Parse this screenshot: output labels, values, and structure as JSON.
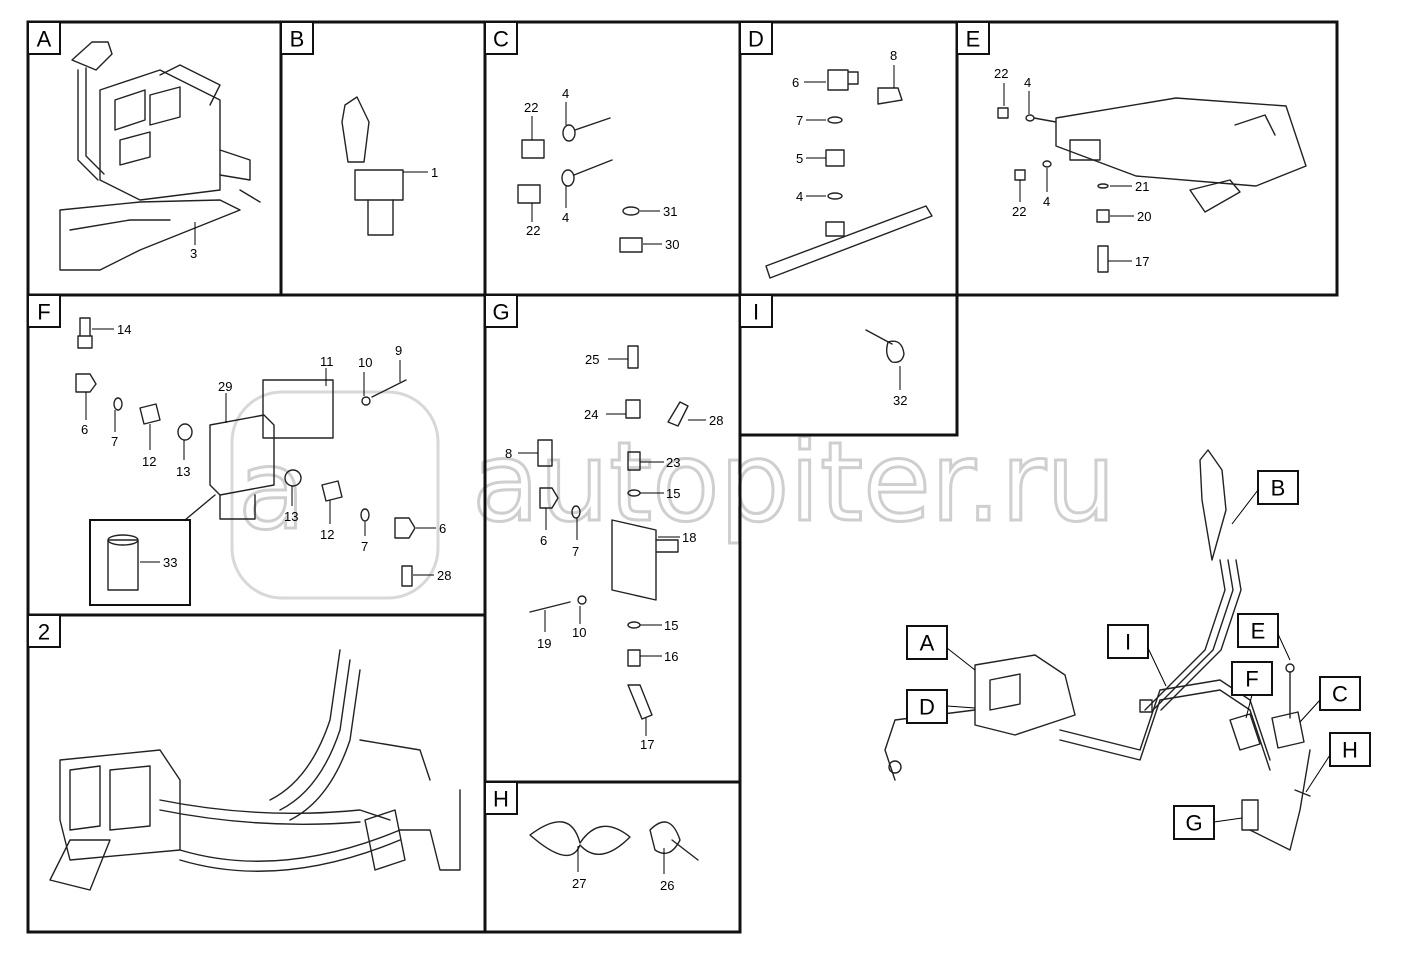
{
  "panels": [
    {
      "id": "A",
      "callouts": [
        "3"
      ]
    },
    {
      "id": "B",
      "callouts": [
        "1"
      ]
    },
    {
      "id": "C",
      "callouts": [
        "22",
        "4",
        "4",
        "22",
        "31",
        "30"
      ]
    },
    {
      "id": "D",
      "callouts": [
        "8",
        "6",
        "7",
        "5",
        "4"
      ]
    },
    {
      "id": "E",
      "callouts": [
        "22",
        "4",
        "21",
        "22",
        "4",
        "20",
        "17"
      ]
    },
    {
      "id": "F",
      "callouts": [
        "14",
        "11",
        "10",
        "9",
        "29",
        "6",
        "7",
        "12",
        "13",
        "13",
        "12",
        "7",
        "6",
        "28",
        "33"
      ]
    },
    {
      "id": "G",
      "callouts": [
        "25",
        "24",
        "28",
        "8",
        "23",
        "15",
        "6",
        "7",
        "18",
        "19",
        "10",
        "15",
        "16",
        "17"
      ]
    },
    {
      "id": "I",
      "callouts": [
        "32"
      ]
    },
    {
      "id": "2",
      "callouts": []
    },
    {
      "id": "H",
      "callouts": [
        "27",
        "26"
      ]
    }
  ],
  "overview_labels": [
    "B",
    "A",
    "I",
    "E",
    "F",
    "C",
    "D",
    "H",
    "G"
  ],
  "watermark": "autopiter.ru",
  "colors": {
    "line": "#111111",
    "watermark": "#cfcfcf",
    "background": "#ffffff"
  }
}
